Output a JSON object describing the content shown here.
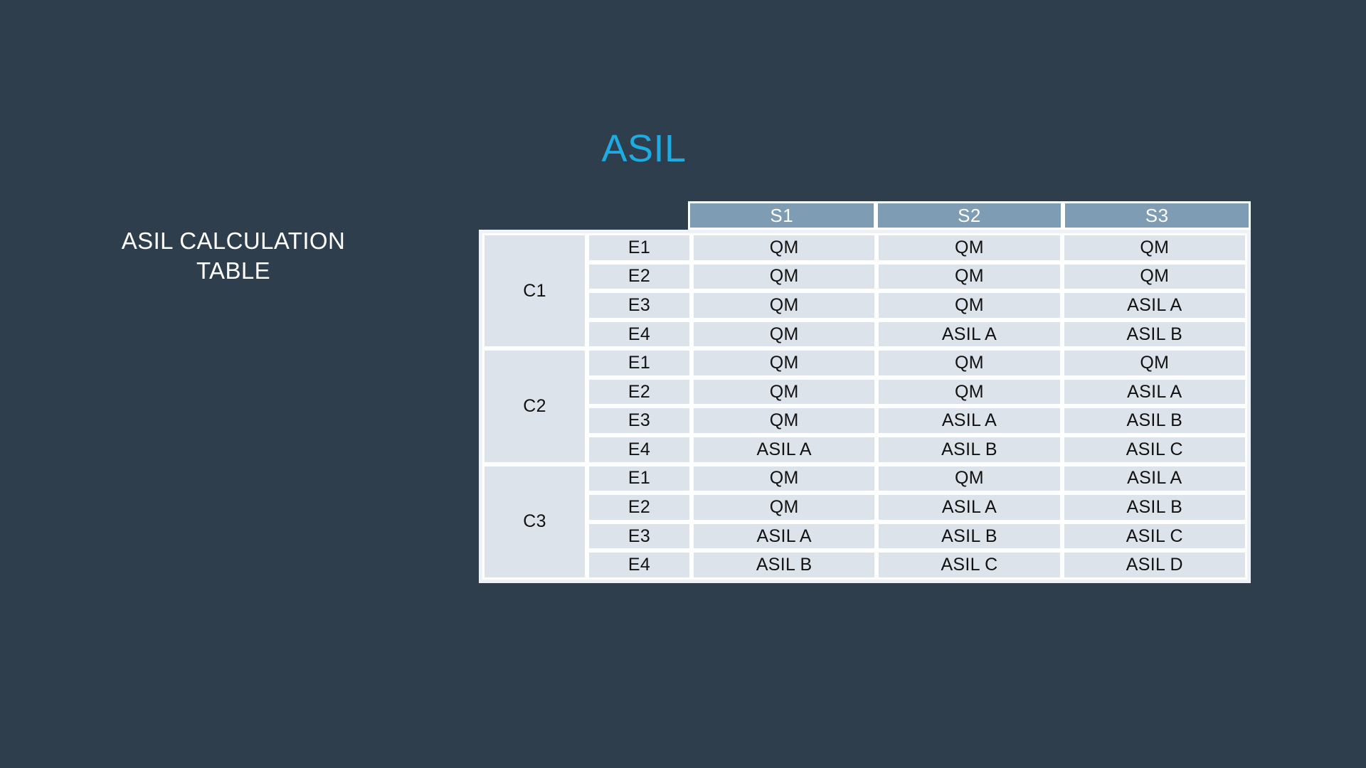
{
  "slide": {
    "title": "ASIL",
    "caption": "ASIL CALCULATION TABLE",
    "background_color": "#2e3e4c",
    "title_color": "#1eabe2",
    "caption_color": "#ffffff",
    "header_color": "#7e9cb4",
    "cell_color": "#dde3ea",
    "cell_text_color": "#121212",
    "grid_line_color": "#ffffff"
  },
  "chart_data": {
    "type": "table",
    "title": "ASIL",
    "corner_headers": [
      "",
      ""
    ],
    "column_headers": [
      "S1",
      "S2",
      "S3"
    ],
    "row_groups": [
      {
        "label": "C1",
        "rows": [
          {
            "label": "E1",
            "values": [
              "QM",
              "QM",
              "QM"
            ]
          },
          {
            "label": "E2",
            "values": [
              "QM",
              "QM",
              "QM"
            ]
          },
          {
            "label": "E3",
            "values": [
              "QM",
              "QM",
              "ASIL A"
            ]
          },
          {
            "label": "E4",
            "values": [
              "QM",
              "ASIL A",
              "ASIL B"
            ]
          }
        ]
      },
      {
        "label": "C2",
        "rows": [
          {
            "label": "E1",
            "values": [
              "QM",
              "QM",
              "QM"
            ]
          },
          {
            "label": "E2",
            "values": [
              "QM",
              "QM",
              "ASIL A"
            ]
          },
          {
            "label": "E3",
            "values": [
              "QM",
              "ASIL A",
              "ASIL B"
            ]
          },
          {
            "label": "E4",
            "values": [
              "ASIL A",
              "ASIL B",
              "ASIL C"
            ]
          }
        ]
      },
      {
        "label": "C3",
        "rows": [
          {
            "label": "E1",
            "values": [
              "QM",
              "QM",
              "ASIL A"
            ]
          },
          {
            "label": "E2",
            "values": [
              "QM",
              "ASIL A",
              "ASIL B"
            ]
          },
          {
            "label": "E3",
            "values": [
              "ASIL A",
              "ASIL B",
              "ASIL C"
            ]
          },
          {
            "label": "E4",
            "values": [
              "ASIL B",
              "ASIL C",
              "ASIL D"
            ]
          }
        ]
      }
    ]
  }
}
